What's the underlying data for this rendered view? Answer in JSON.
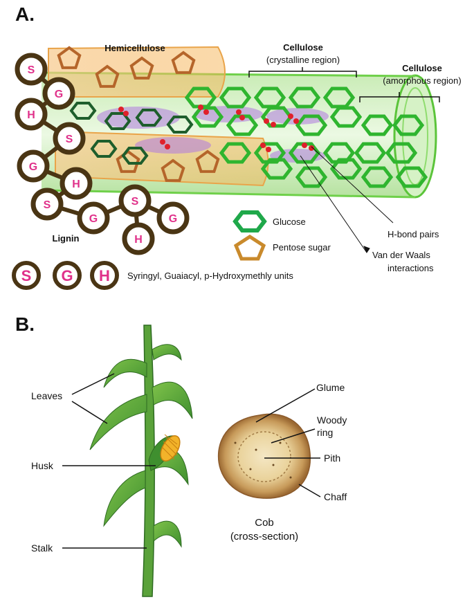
{
  "panel_a": {
    "label": "A.",
    "hemicellulose": "Hemicellulose",
    "cellulose_crystalline_title": "Cellulose",
    "cellulose_crystalline_sub": "(crystalline region)",
    "cellulose_amorphous_title": "Cellulose",
    "cellulose_amorphous_sub": "(amorphous region)",
    "lignin": "Lignin",
    "glucose": "Glucose",
    "pentose": "Pentose sugar",
    "hbond": "H-bond pairs",
    "vdw_line1": "Van der Waals",
    "vdw_line2": "interactions",
    "units_label": "Syringyl, Guaiacyl, p-Hydroxymethly units",
    "letter_s": "S",
    "letter_g": "G",
    "letter_h": "H"
  },
  "panel_b": {
    "label": "B.",
    "leaves": "Leaves",
    "husk": "Husk",
    "stalk": "Stalk",
    "glume": "Glume",
    "woody_line1": "Woody",
    "woody_line2": "ring",
    "pith": "Pith",
    "chaff": "Chaff",
    "cob_line1": "Cob",
    "cob_line2": "(cross-section)"
  },
  "colors": {
    "cellulose_green": "#2fb52f",
    "glucose_green": "#1fa84a",
    "lignin_brown": "#4a3514",
    "pentose_orange": "#c98a2c",
    "hemicellulose_rust": "#b5652a",
    "hbond_red": "#e0202a",
    "vdw_purple": "#9b59d0",
    "sgh_pink": "#e0308a"
  }
}
